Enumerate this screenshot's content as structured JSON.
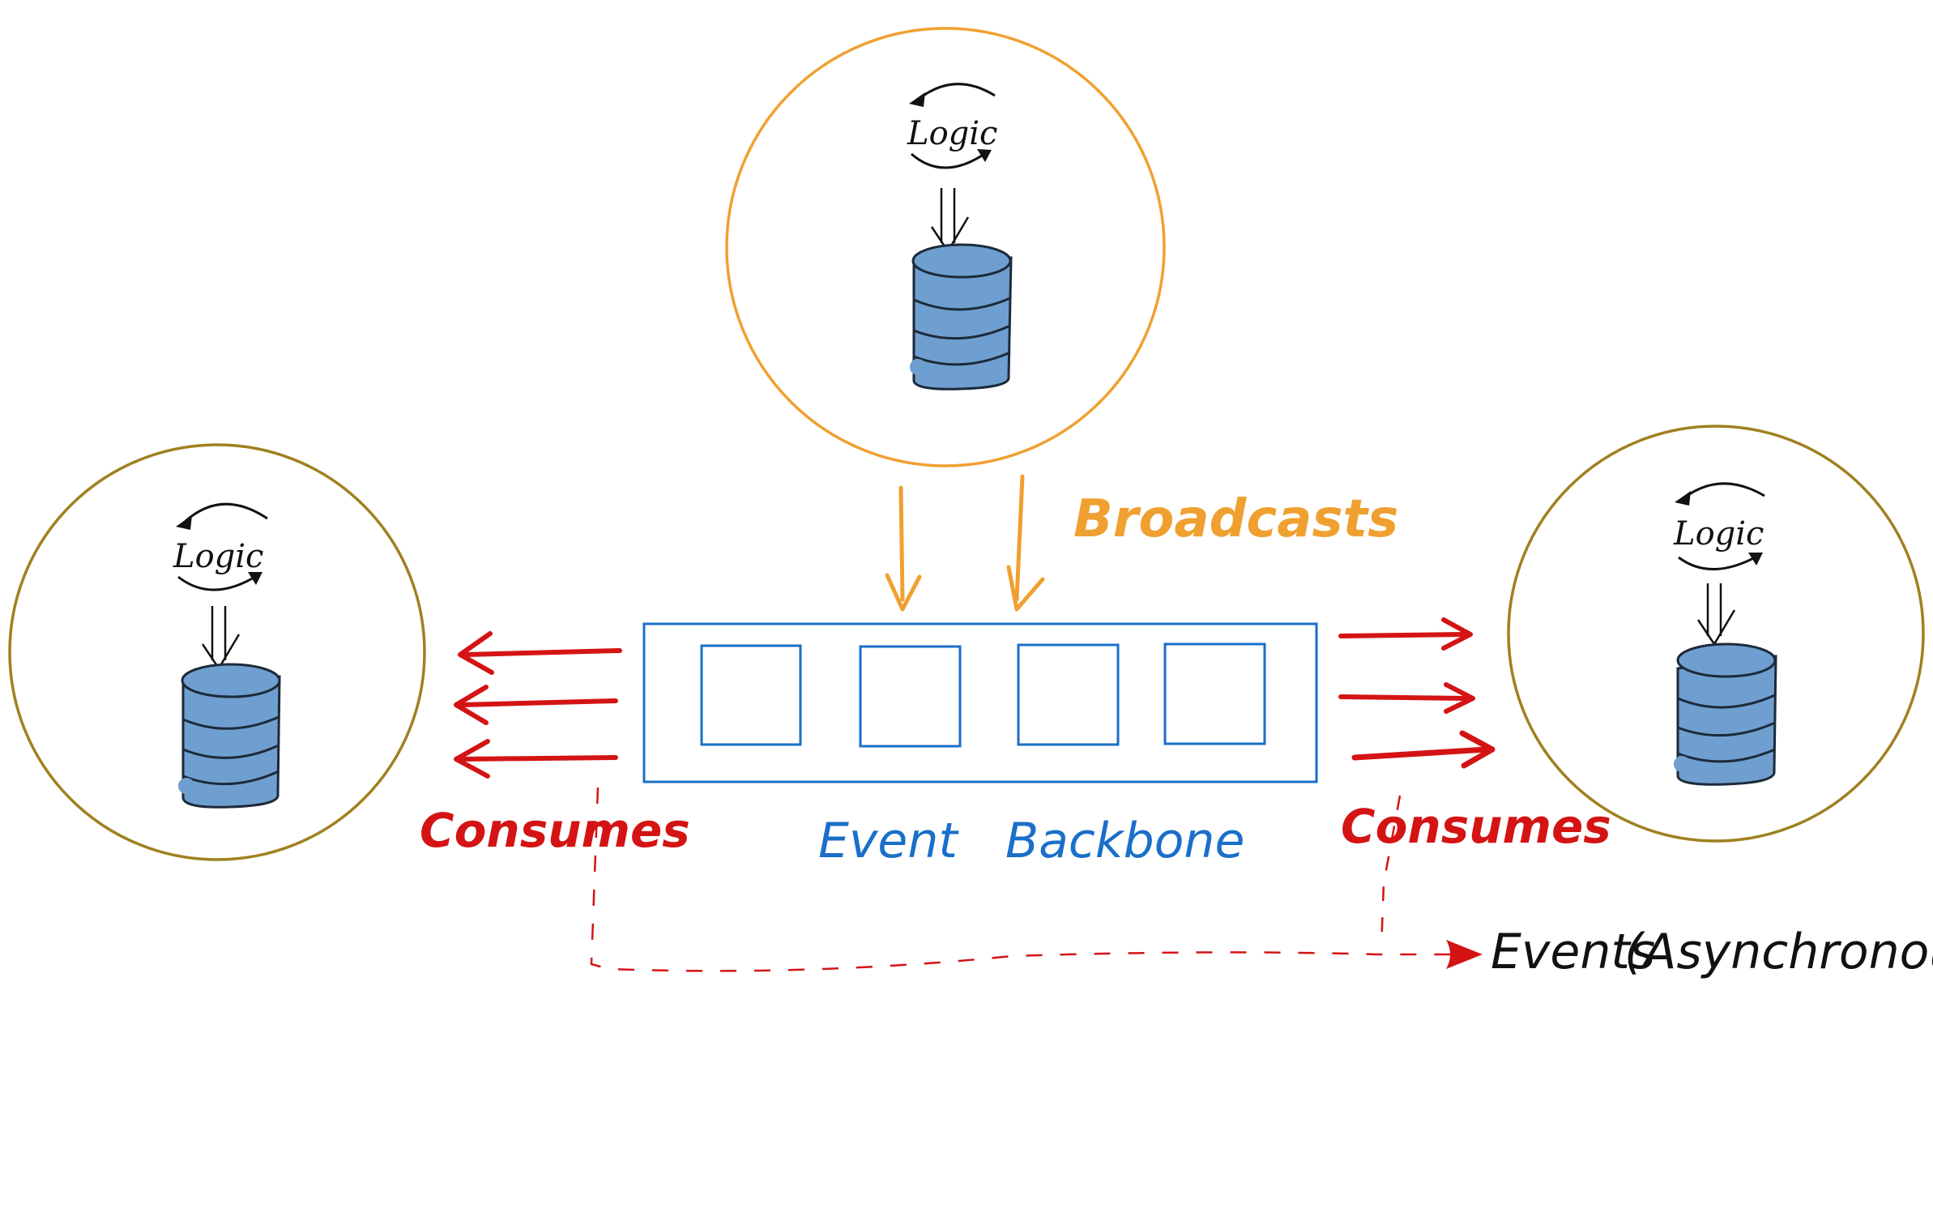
{
  "colors": {
    "producer_ring": "#f0a030",
    "consumer_ring": "#a08020",
    "backbone": "#1a6fc9",
    "consume_arrows": "#d41414",
    "broadcast_arrows": "#f0a030",
    "database_fill": "#6f9fd0",
    "ink": "#111111"
  },
  "producer": {
    "logic_label": "Logic",
    "icons": [
      "logic-cycle-icon",
      "database-icon"
    ]
  },
  "left_consumer": {
    "logic_label": "Logic",
    "icons": [
      "logic-cycle-icon",
      "database-icon"
    ]
  },
  "right_consumer": {
    "logic_label": "Logic",
    "icons": [
      "logic-cycle-icon",
      "database-icon"
    ]
  },
  "broadcasts_label": "Broadcasts",
  "backbone": {
    "label": "Event Backbone",
    "slots": 4
  },
  "consumes_left": "Consumes",
  "consumes_right": "Consumes",
  "legend": {
    "events": "Events",
    "async": "(Asynchronous)"
  }
}
